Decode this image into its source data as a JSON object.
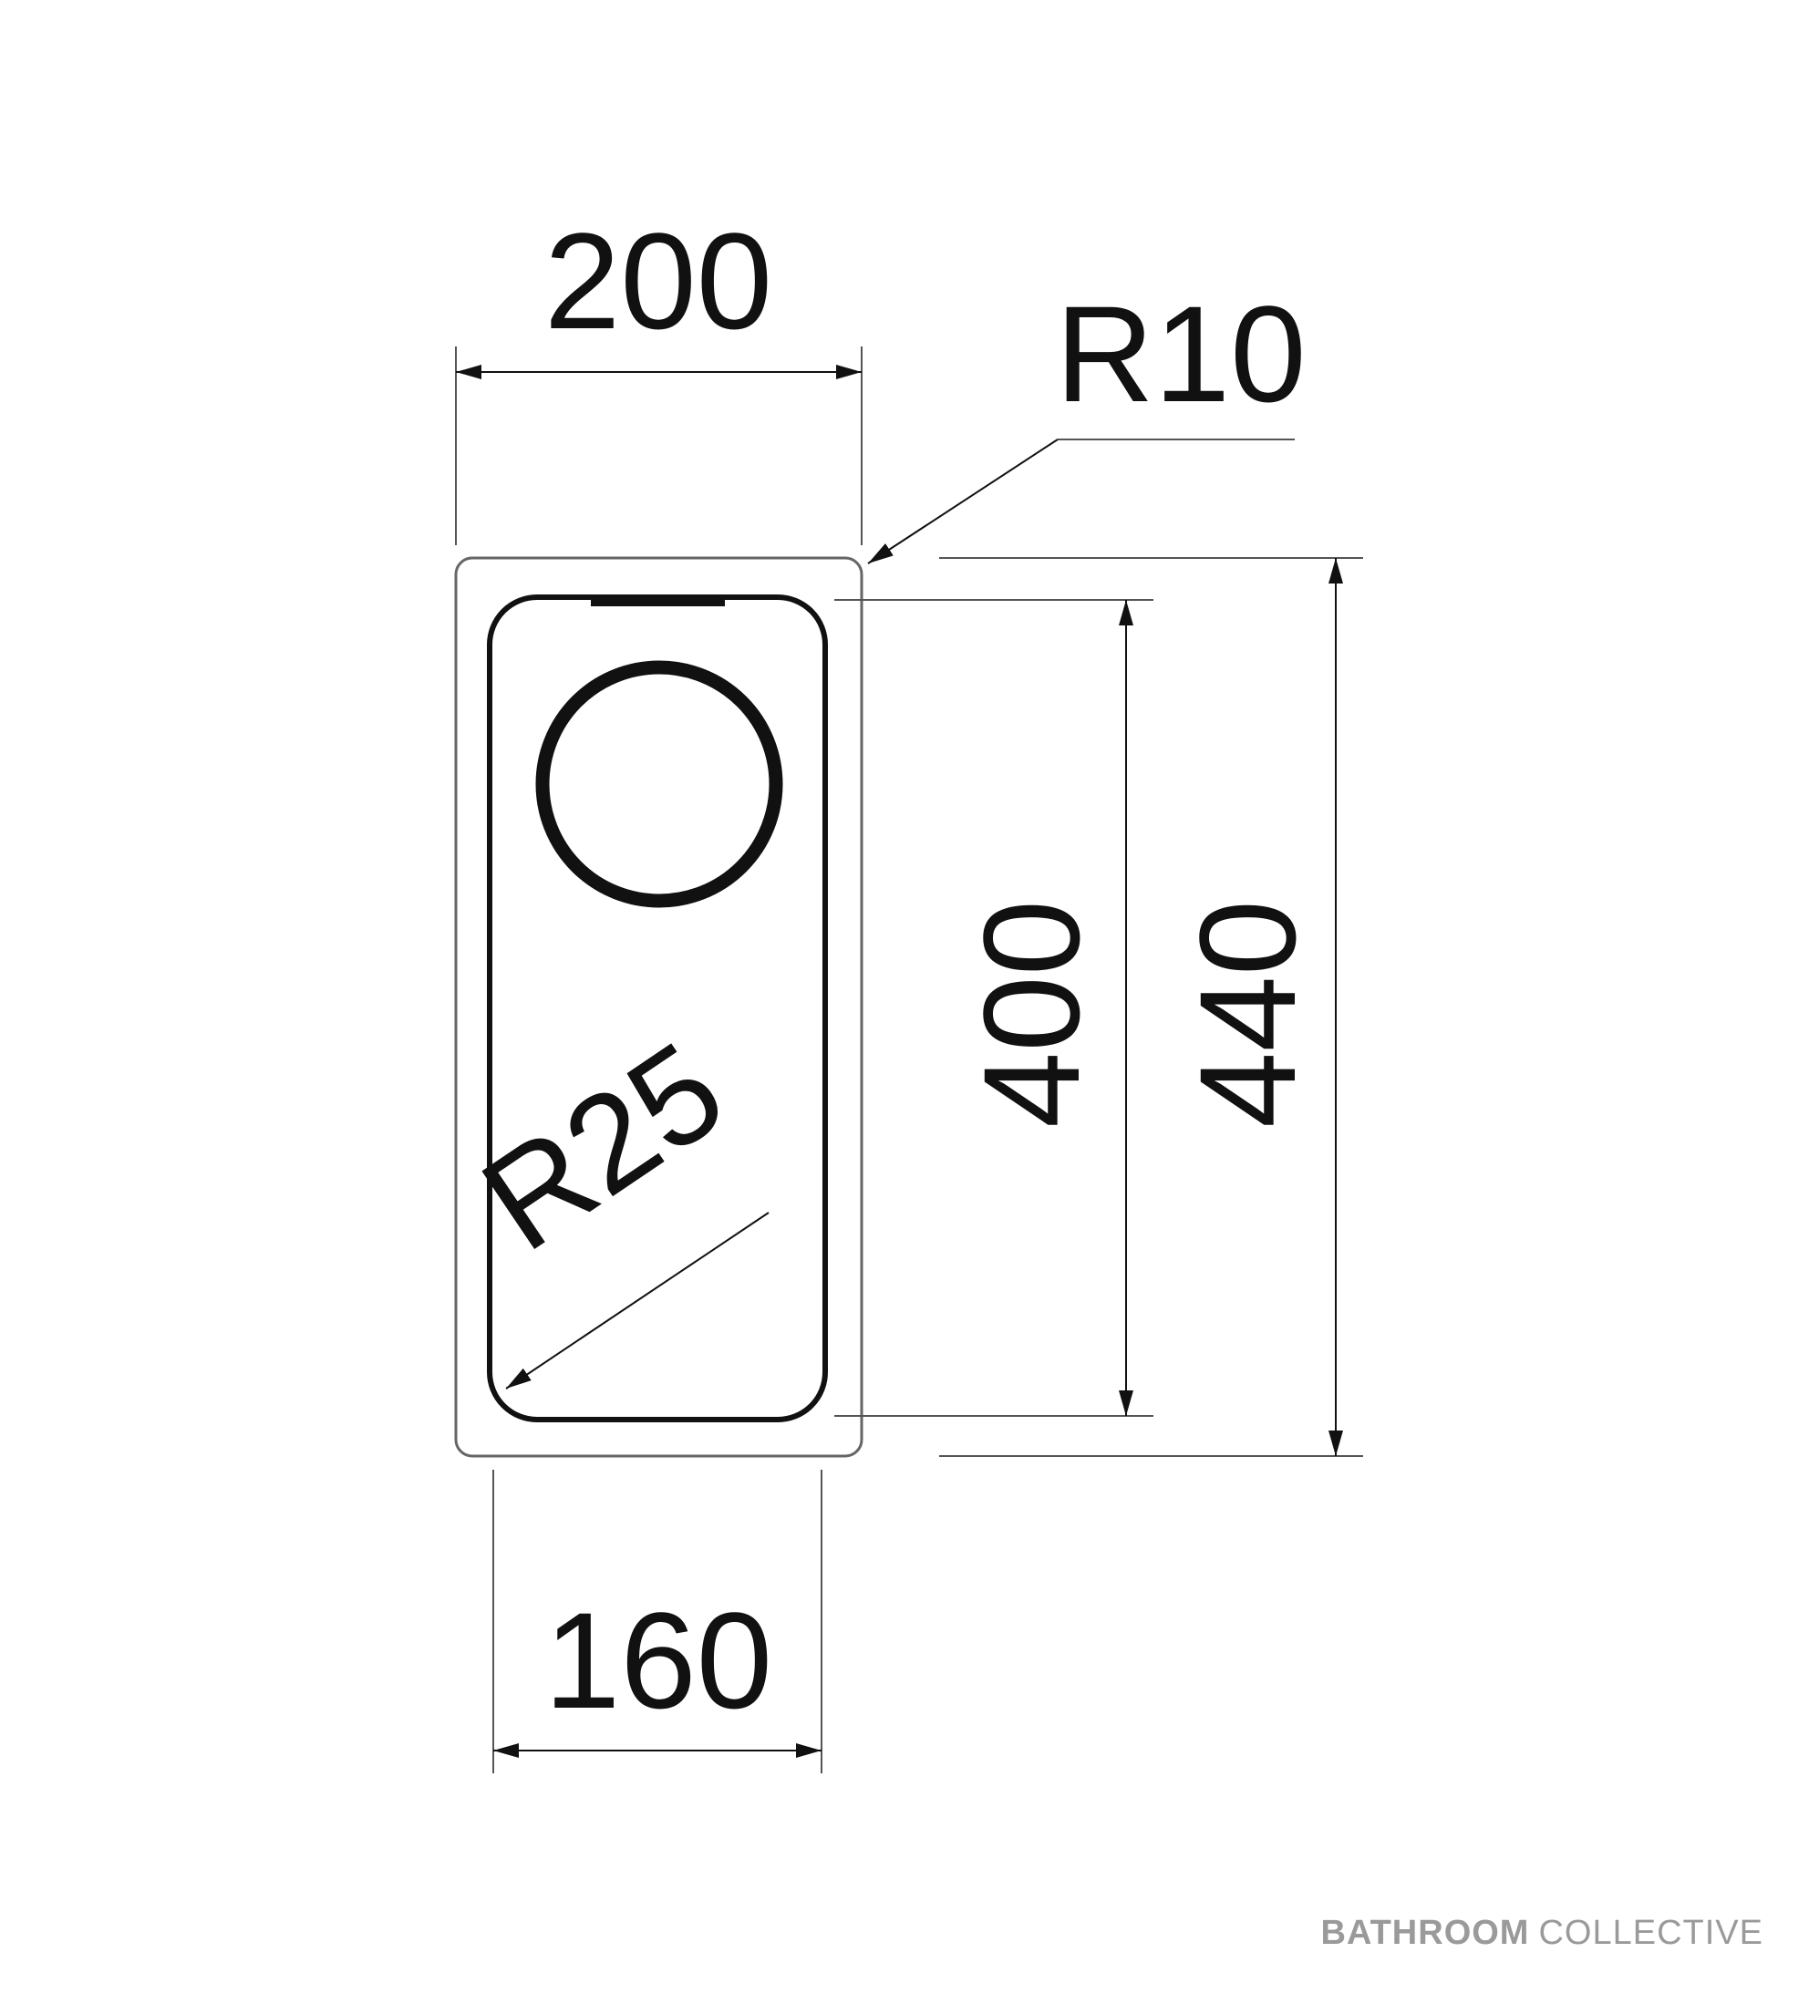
{
  "dimensions": {
    "outer_width": "200",
    "inner_width": "160",
    "inner_height": "400",
    "outer_height": "440",
    "outer_radius": "R10",
    "inner_radius": "R25"
  },
  "brand": {
    "part1": "BATHROOM",
    "part2": "COLLECTIVE"
  },
  "colors": {
    "line": "#111111",
    "thin_line": "#555555",
    "brand_text": "#9a9a9a"
  }
}
